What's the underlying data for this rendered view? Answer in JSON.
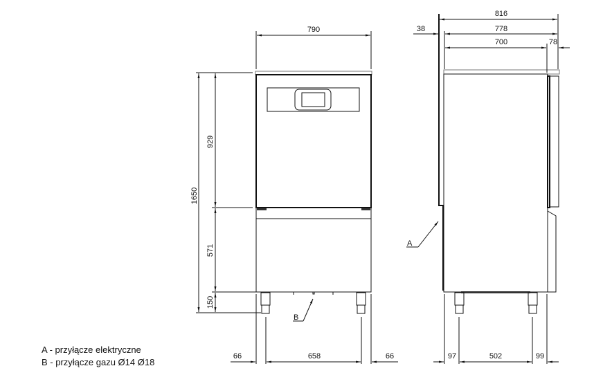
{
  "front_view": {
    "width": "790",
    "height_total": "1650",
    "height_upper": "929",
    "height_lower": "571",
    "height_legs": "150",
    "bottom_left": "66",
    "bottom_center": "658",
    "bottom_right": "66",
    "callout": "B"
  },
  "side_view": {
    "depth_total": "816",
    "offset_back": "38",
    "depth_body": "778",
    "depth_inner": "700",
    "door": "78",
    "bottom_left": "97",
    "bottom_center": "502",
    "bottom_right": "99",
    "callout": "A"
  },
  "legend": {
    "a": "A - przyłącze elektryczne",
    "b": "B - przyłącze gazu Ø14 Ø18"
  }
}
